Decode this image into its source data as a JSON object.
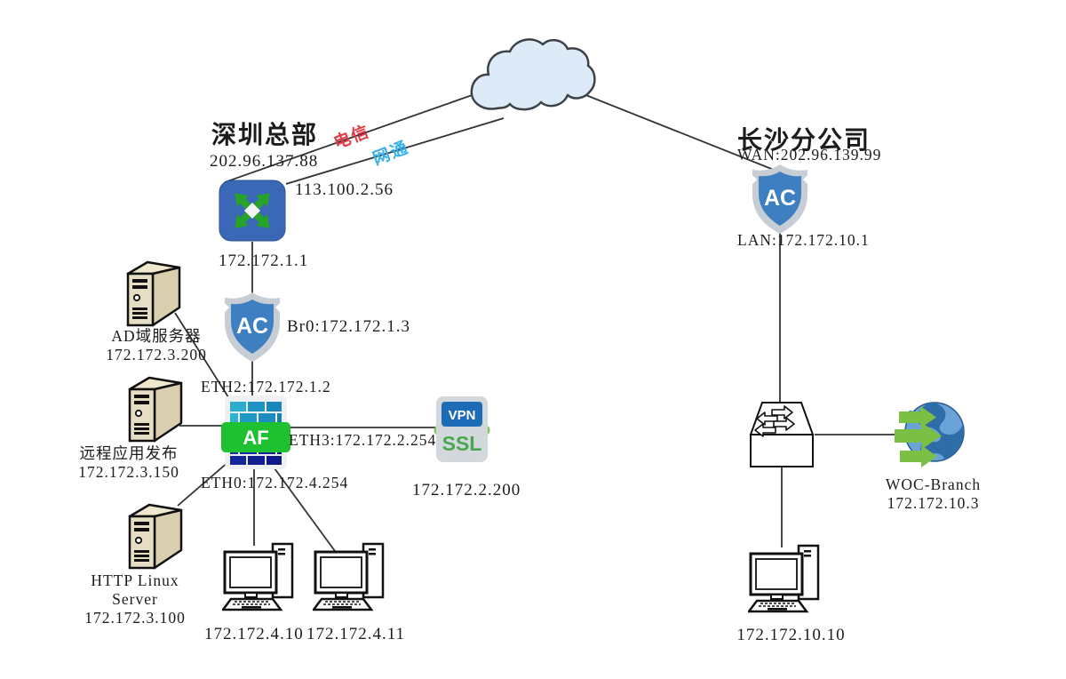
{
  "hq": {
    "title": "深圳总部",
    "wan_telecom_ip": "202.96.137.88",
    "isp_telecom": "电信",
    "isp_netcom": "网通",
    "wan_netcom_ip": "113.100.2.56",
    "router_lan_ip": "172.172.1.1",
    "ac": {
      "label": "AC",
      "br0": "Br0:172.172.1.3"
    },
    "af": {
      "label": "AF",
      "eth2": "ETH2:172.172.1.2",
      "eth3": "ETH3:172.172.2.254",
      "eth0": "ETH0:172.172.4.254"
    },
    "sslvpn": {
      "vpn_label": "VPN",
      "ssl_label": "SSL",
      "ip": "172.172.2.200"
    },
    "servers": [
      {
        "name": "AD域服务器",
        "ip": "172.172.3.200"
      },
      {
        "name": "远程应用发布",
        "ip": "172.172.3.150"
      },
      {
        "name": "HTTP Linux Server",
        "ip": "172.172.3.100"
      }
    ],
    "pcs": [
      {
        "ip": "172.172.4.10"
      },
      {
        "ip": "172.172.4.11"
      }
    ]
  },
  "branch": {
    "title": "长沙分公司",
    "wan": "WAN:202.96.139.99",
    "ac": {
      "label": "AC"
    },
    "lan": "LAN:172.172.10.1",
    "woc": {
      "name": "WOC-Branch",
      "ip": "172.172.10.3"
    },
    "pc": {
      "ip": "172.172.10.10"
    }
  },
  "colors": {
    "isp_telecom": "#e23b45",
    "isp_netcom": "#35b0e8",
    "cloud_fill": "#dcebf7",
    "router_blue": "#3a68b6",
    "router_arrow_green": "#27a327",
    "shield_blue": "#3e7fc1",
    "af_green": "#1ec12f",
    "af_brick_teal": "#1f94c2",
    "af_brick_navy": "#16289c",
    "vpn_diamond_green": "#7cc45c",
    "vpn_box_blue": "#1e6cb8",
    "line": "#2f3337"
  }
}
